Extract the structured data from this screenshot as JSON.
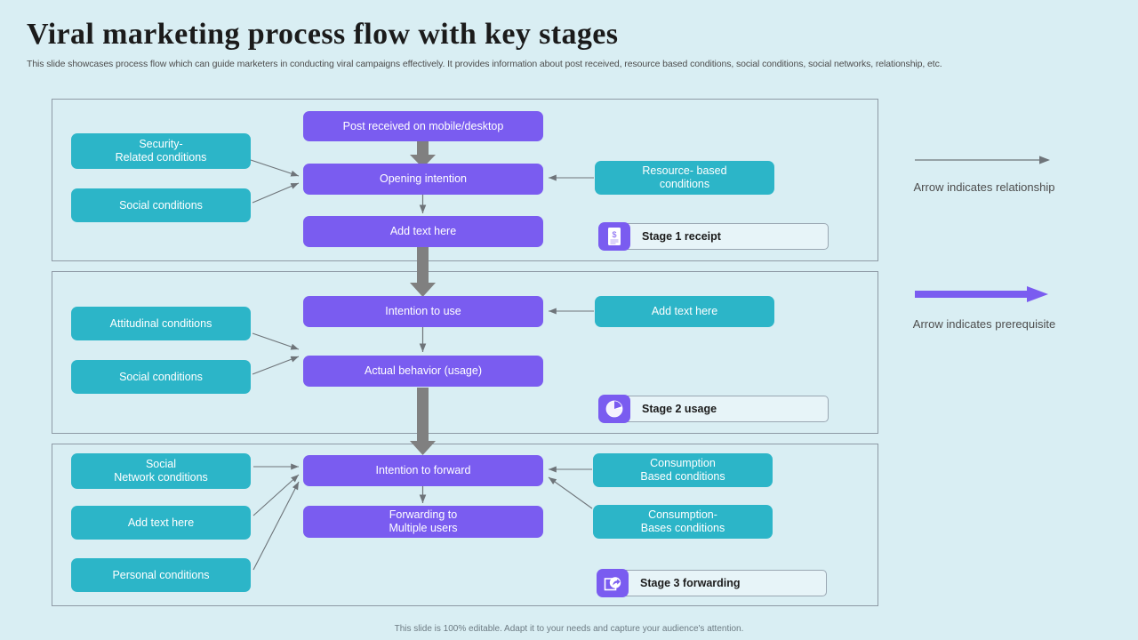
{
  "header": {
    "title": "Viral marketing process flow with key stages",
    "subtitle": "This slide showcases process flow which can  guide marketers in conducting viral campaigns effectively. It provides information about post received, resource based conditions, social conditions, social networks, relationship, etc."
  },
  "colors": {
    "background": "#d9eef3",
    "teal": "#2cb5c8",
    "purple": "#7a5cf0",
    "panel_border": "#8e9aa5",
    "gray_arrow": "#808080",
    "thin_arrow": "#6e7479"
  },
  "stages": [
    {
      "id": "stage-1",
      "left_nodes": [
        {
          "label": "Security-\nRelated conditions"
        },
        {
          "label": "Social conditions"
        }
      ],
      "center_nodes": [
        {
          "label": "Post received on mobile/desktop"
        },
        {
          "label": "Opening intention"
        },
        {
          "label": "Add text here"
        }
      ],
      "right_nodes": [
        {
          "label": "Resource- based\nconditions"
        }
      ],
      "chip": {
        "label": "Stage 1 receipt",
        "icon": "receipt-dollar-icon"
      }
    },
    {
      "id": "stage-2",
      "left_nodes": [
        {
          "label": "Attitudinal  conditions"
        },
        {
          "label": "Social conditions"
        }
      ],
      "center_nodes": [
        {
          "label": "Intention  to use"
        },
        {
          "label": "Actual behavior (usage)"
        }
      ],
      "right_nodes": [
        {
          "label": "Add text here"
        }
      ],
      "chip": {
        "label": "Stage 2 usage",
        "icon": "pie-chart-icon"
      }
    },
    {
      "id": "stage-3",
      "left_nodes": [
        {
          "label": "Social\nNetwork conditions"
        },
        {
          "label": "Add text here"
        },
        {
          "label": "Personal conditions"
        }
      ],
      "center_nodes": [
        {
          "label": "Intention  to forward"
        },
        {
          "label": "Forwarding to\nMultiple  users"
        }
      ],
      "right_nodes": [
        {
          "label": "Consumption\nBased conditions"
        },
        {
          "label": "Consumption-\nBases conditions"
        }
      ],
      "chip": {
        "label": "Stage 3 forwarding",
        "icon": "share-forward-icon"
      }
    }
  ],
  "legend": [
    {
      "id": "relationship",
      "caption": "Arrow indicates relationship",
      "icon": "thin-gray-arrow-icon"
    },
    {
      "id": "prerequisite",
      "caption": "Arrow indicates prerequisite",
      "icon": "thick-purple-arrow-icon"
    }
  ],
  "footer": {
    "note": "This slide is 100% editable.  Adapt it to your needs and capture your audience's attention."
  }
}
